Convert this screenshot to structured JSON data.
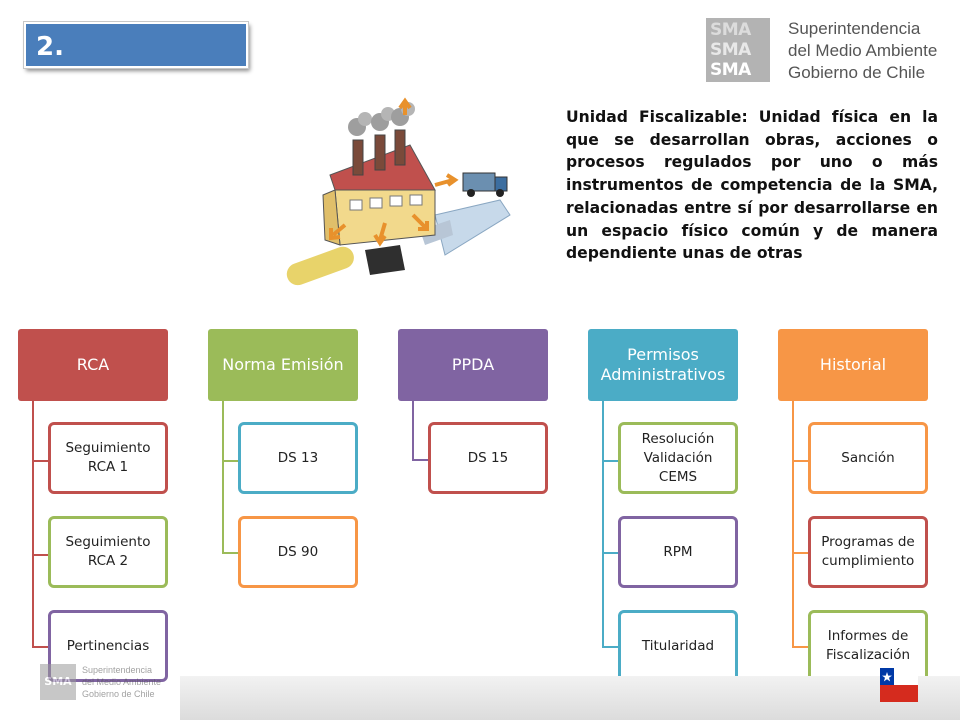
{
  "title": "2. Fiscalización",
  "logo": {
    "mark_lines": [
      "SMA",
      "SMA",
      "SMA"
    ],
    "lines": [
      "Superintendencia",
      "del Medio Ambiente",
      "Gobierno de Chile"
    ]
  },
  "description": "Unidad Fiscalizable: Unidad física en la que se desarrollan obras, acciones o procesos regulados por uno o más instrumentos de competencia de la SMA, relacionadas entre sí por desarrollarse en un espacio físico común y de manera dependiente unas de otras",
  "colors": {
    "title_bg": "#4a7ebb",
    "rca": "#c0504d",
    "norma": "#9bbb59",
    "ppda": "#8064a2",
    "permisos": "#4bacc6",
    "historial": "#f79646"
  },
  "columns": [
    {
      "header": "RCA",
      "children": [
        "Seguimiento RCA 1",
        "Seguimiento RCA 2",
        "Pertinencias"
      ]
    },
    {
      "header": "Norma Emisión",
      "children": [
        "DS 13",
        "DS 90"
      ]
    },
    {
      "header": "PPDA",
      "children": [
        "DS 15"
      ]
    },
    {
      "header": "Permisos Administrativos",
      "children": [
        "Resolución Validación CEMS",
        "RPM",
        "Titularidad"
      ]
    },
    {
      "header": "Historial",
      "children": [
        "Sanción",
        "Programas de cumplimiento",
        "Informes de Fiscalización"
      ]
    }
  ],
  "footer": {
    "logo_mark": "SMA",
    "logo_lines": [
      "Superintendencia",
      "del Medio Ambiente",
      "Gobierno de Chile"
    ]
  }
}
